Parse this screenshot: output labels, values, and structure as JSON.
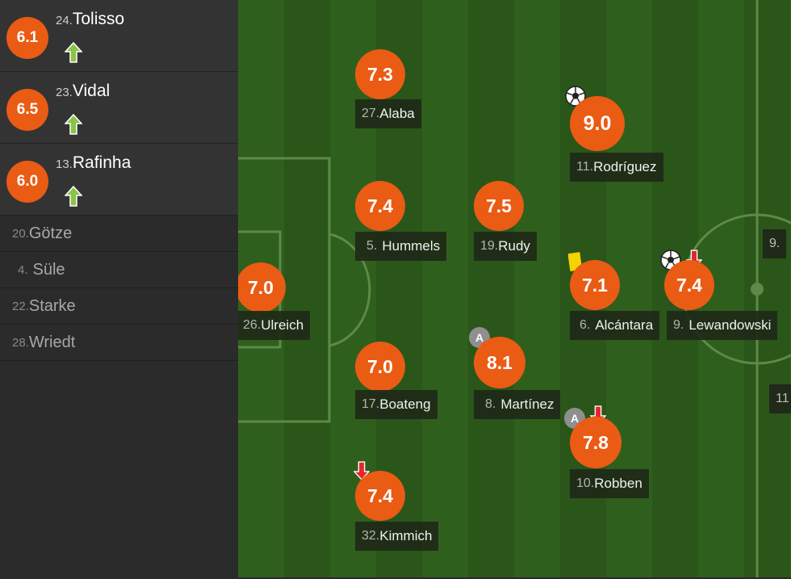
{
  "substitutes": [
    {
      "rating": "6.1",
      "number": "24.",
      "name": "Tolisso"
    },
    {
      "rating": "6.5",
      "number": "23.",
      "name": "Vidal"
    },
    {
      "rating": "6.0",
      "number": "13.",
      "name": "Rafinha"
    }
  ],
  "bench": [
    {
      "number": "20.",
      "name": "Götze"
    },
    {
      "number": "4.",
      "name": "Süle"
    },
    {
      "number": "22.",
      "name": "Starke"
    },
    {
      "number": "28.",
      "name": "Wriedt"
    }
  ],
  "players": {
    "ulreich": {
      "rating": "7.0",
      "number": "26.",
      "name": "Ulreich"
    },
    "alaba": {
      "rating": "7.3",
      "number": "27.",
      "name": "Alaba"
    },
    "hummels": {
      "rating": "7.4",
      "number": "5.",
      "name": "Hummels"
    },
    "boateng": {
      "rating": "7.0",
      "number": "17.",
      "name": "Boateng"
    },
    "kimmich": {
      "rating": "7.4",
      "number": "32.",
      "name": "Kimmich"
    },
    "rudy": {
      "rating": "7.5",
      "number": "19.",
      "name": "Rudy"
    },
    "martinez": {
      "rating": "8.1",
      "number": "8.",
      "name": "Martínez",
      "captain": "A"
    },
    "rodriguez": {
      "rating": "9.0",
      "number": "11.",
      "name": "Rodríguez"
    },
    "alcantara": {
      "rating": "7.1",
      "number": "6.",
      "name": "Alcántara"
    },
    "robben": {
      "rating": "7.8",
      "number": "10.",
      "name": "Robben",
      "captain": "A"
    },
    "lewandowski": {
      "rating": "7.4",
      "number": "9.",
      "name": "Lewandowski"
    }
  },
  "opponent_partial": {
    "top": "9.",
    "bottom": "11"
  },
  "colors": {
    "rating": "#ea5b14",
    "sub_in": "#8bc34a",
    "sub_out": "#e5262a",
    "yellow_card": "#f5d200"
  },
  "icons": {
    "sub_in": "arrow-up-icon",
    "sub_out": "arrow-down-icon",
    "goal": "soccer-ball-icon",
    "card": "yellow-card-icon"
  }
}
